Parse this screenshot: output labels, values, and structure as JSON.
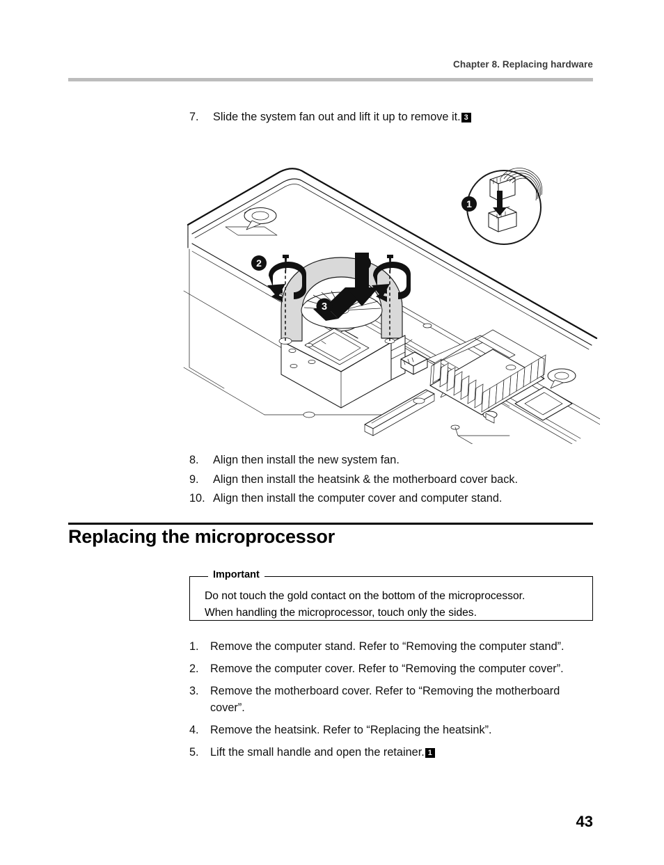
{
  "header": {
    "chapter": "Chapter 8. Replacing hardware",
    "rule_color": "#bcbcbc"
  },
  "steps_top": [
    {
      "num": "7.",
      "text": "Slide the system fan out and lift it up to remove it.",
      "badge": "3"
    }
  ],
  "figure": {
    "name": "system-fan-removal-diagram",
    "callouts": [
      {
        "id": "1",
        "meaning": "disconnect-fan-cable-connector"
      },
      {
        "id": "2",
        "meaning": "remove-screw-left"
      },
      {
        "id": "2b",
        "meaning": "remove-screw-right"
      },
      {
        "id": "3",
        "meaning": "slide-and-lift-system-fan"
      }
    ],
    "fan_fill": "#d9d9d9",
    "line_color": "#1a1a1a"
  },
  "steps_mid": [
    {
      "num": "8.",
      "text": "Align then install the new system fan."
    },
    {
      "num": "9.",
      "text": "Align then install the heatsink & the motherboard cover back."
    },
    {
      "num": "10.",
      "text": "Align then install the computer cover and computer stand."
    }
  ],
  "section": {
    "title": "Replacing the microprocessor"
  },
  "important": {
    "legend": "Important",
    "line1": "Do not touch the gold contact on the bottom of the microprocessor.",
    "line2": "When handling the microprocessor, touch only the sides."
  },
  "steps_bottom": [
    {
      "num": "1.",
      "text": "Remove the computer stand. Refer to “Removing the computer stand”.",
      "badge": ""
    },
    {
      "num": "2.",
      "text": "Remove the computer cover. Refer to “Removing the computer cover”.",
      "badge": ""
    },
    {
      "num": "3.",
      "text": "Remove the motherboard cover. Refer to “Removing the motherboard cover”.",
      "badge": ""
    },
    {
      "num": "4.",
      "text": "Remove the heatsink. Refer to “Replacing the heatsink”.",
      "badge": ""
    },
    {
      "num": "5.",
      "text": "Lift the small handle and open the retainer.",
      "badge": "1"
    }
  ],
  "page_number": "43"
}
